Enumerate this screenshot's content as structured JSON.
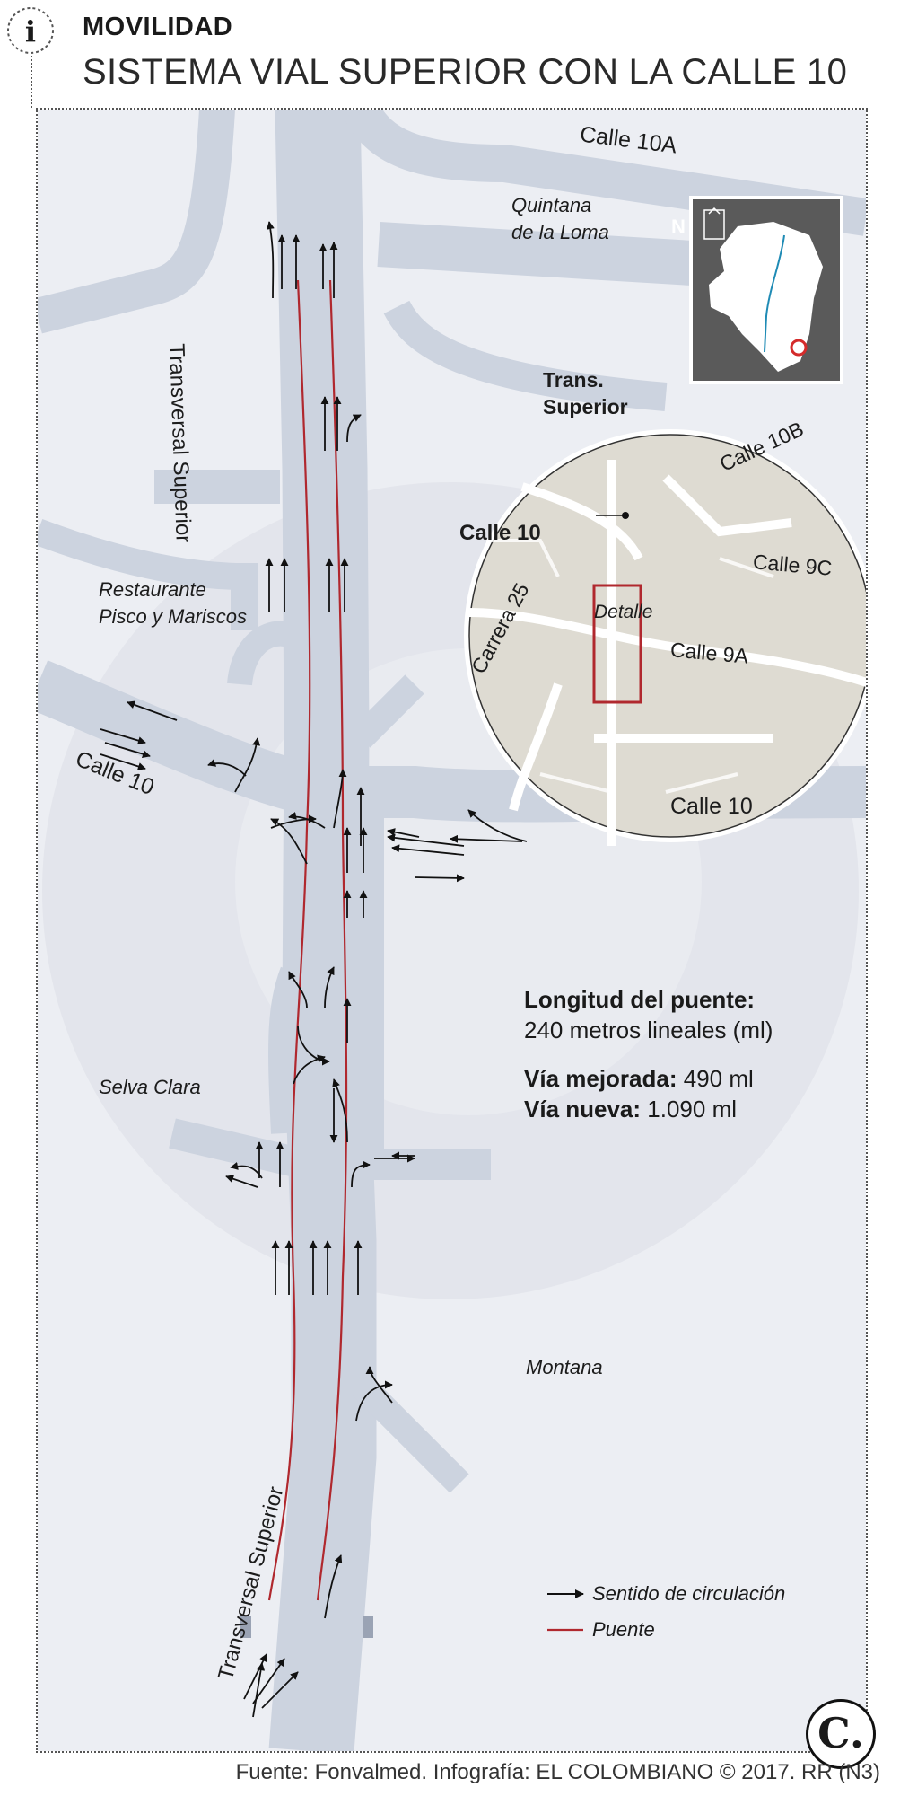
{
  "header": {
    "section": "MOVILIDAD",
    "title": "SISTEMA VIAL SUPERIOR CON LA CALLE 10",
    "icon": "info-icon"
  },
  "map": {
    "streets": {
      "calle_10a": "Calle 10A",
      "transversal_top": "Transversal Superior",
      "transversal_bottom": "Transversal Superior",
      "calle_10_left": "Calle 10",
      "calle_10_right": "Calle 10"
    },
    "places": {
      "quintana": "Quintana\nde la Loma",
      "restaurante": "Restaurante\nPisco y Mariscos",
      "selva_clara": "Selva Clara",
      "montana": "Montana"
    },
    "detail_circle": {
      "trans_superior": "Trans.\nSuperior",
      "calle_10b": "Calle 10B",
      "calle_10": "Calle 10",
      "calle_9c": "Calle 9C",
      "carrera_25": "Carrera 25",
      "detalle": "Detalle",
      "calle_9a": "Calle 9A"
    },
    "locator": {
      "north": "N"
    },
    "colors": {
      "road": "#ccd3df",
      "background": "#eceef3",
      "bridge": "#b0282e",
      "circle_bg": "#dedbd2",
      "locator_bg": "#5a5a5a"
    }
  },
  "info": {
    "longitud_label": "Longitud del puente:",
    "longitud_value": "240 metros lineales (ml)",
    "mejorada_label": "Vía mejorada:",
    "mejorada_value": " 490 ml",
    "nueva_label": "Vía nueva:",
    "nueva_value": " 1.090 ml"
  },
  "legend": {
    "arrow_label": "Sentido de circulación",
    "bridge_label": "Puente"
  },
  "footer": {
    "credit": "Fuente: Fonvalmed. Infografía: EL COLOMBIANO © 2017. RR (N3)",
    "logo": "C."
  }
}
